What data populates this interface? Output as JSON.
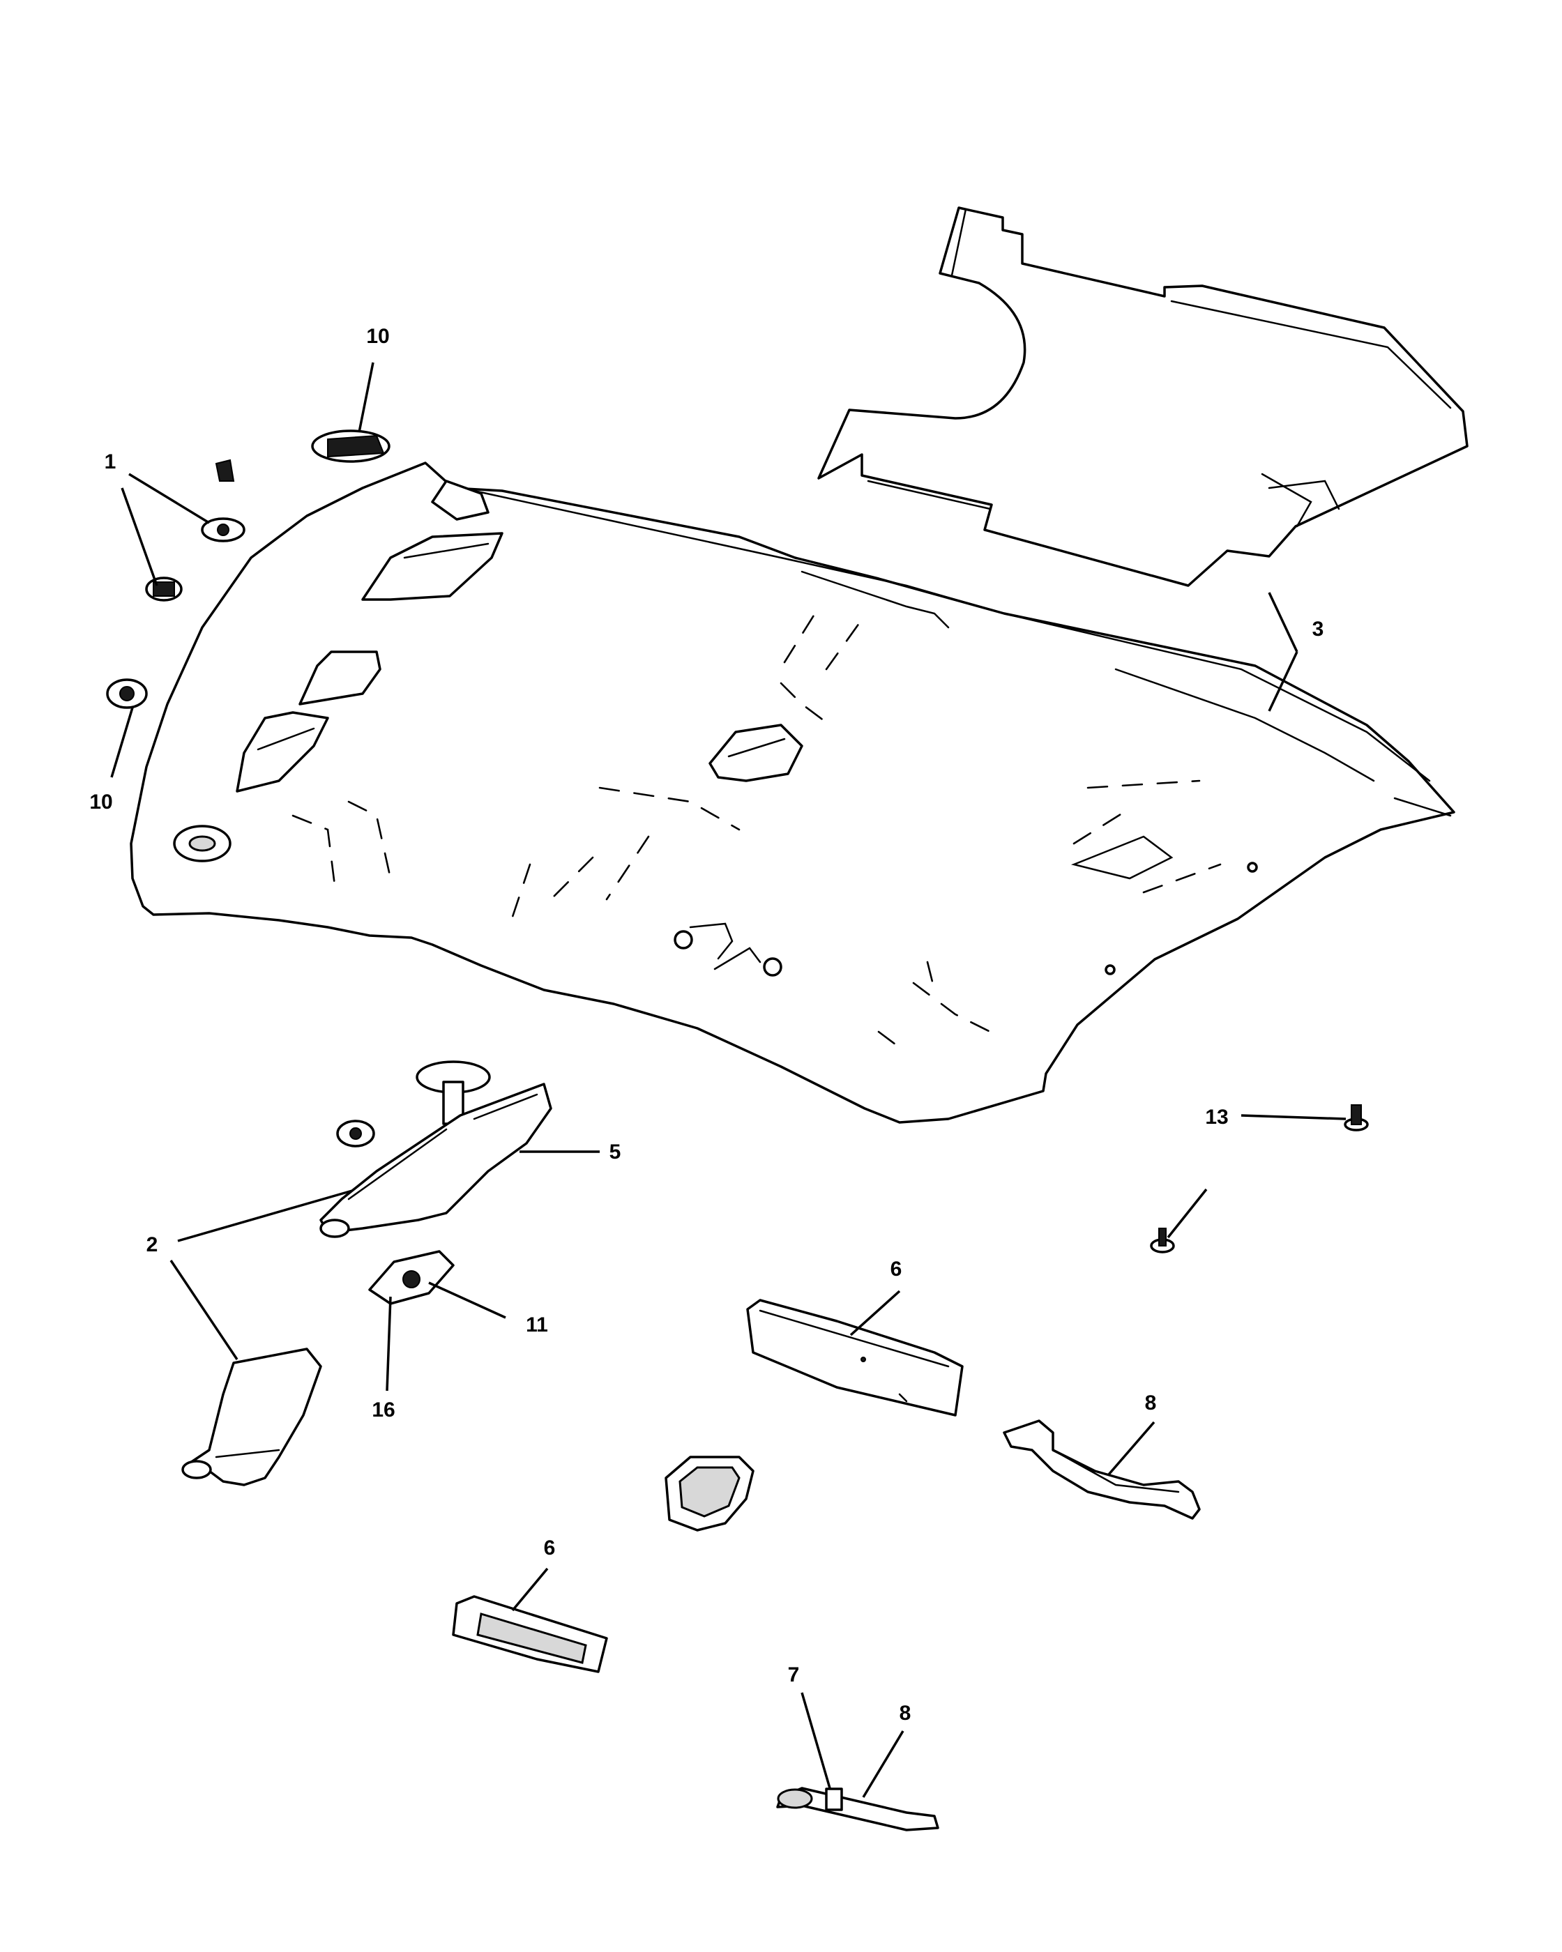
{
  "callouts": [
    {
      "id": "c10a",
      "label": "10"
    },
    {
      "id": "c1",
      "label": "1"
    },
    {
      "id": "c10b",
      "label": "10"
    },
    {
      "id": "c3",
      "label": "3"
    },
    {
      "id": "c5",
      "label": "5"
    },
    {
      "id": "c2",
      "label": "2"
    },
    {
      "id": "c11",
      "label": "11"
    },
    {
      "id": "c16",
      "label": "16"
    },
    {
      "id": "c6a",
      "label": "6"
    },
    {
      "id": "c13",
      "label": "13"
    },
    {
      "id": "c8a",
      "label": "8"
    },
    {
      "id": "c6b",
      "label": "6"
    },
    {
      "id": "c7",
      "label": "7"
    },
    {
      "id": "c8b",
      "label": "8"
    }
  ]
}
